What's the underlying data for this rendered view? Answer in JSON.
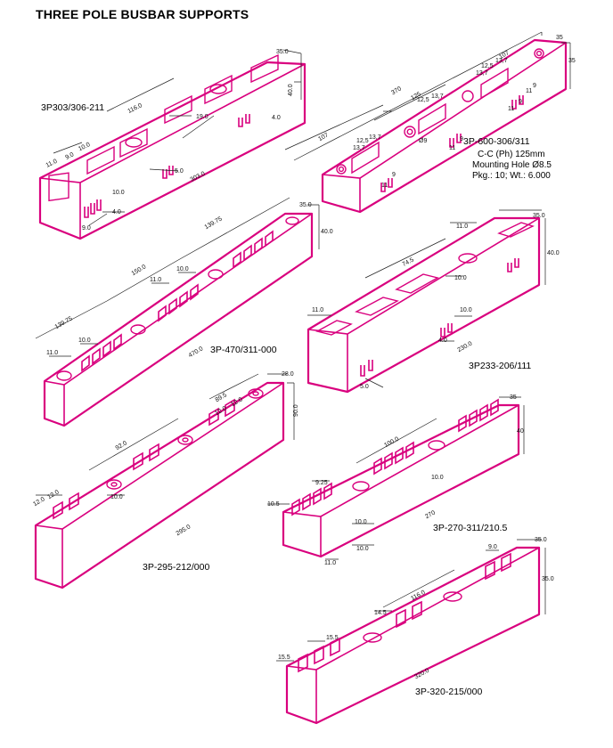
{
  "title": "THREE POLE BUSBAR SUPPORTS",
  "accent_color": "#d9007e",
  "parts": [
    {
      "code": "3P303/306-211",
      "dims": [
        "35.0",
        "40.0",
        "116.0",
        "19.0",
        "4.0",
        "11.0",
        "9.0",
        "10.0",
        "5.0",
        "303.0",
        "10.0",
        "4.0",
        "9.0"
      ]
    },
    {
      "code": "3P-600-306/311",
      "info": [
        "C-C (Ph) 125mm",
        "Mounting Hole Ø8.5",
        "Pkg.: 10; Wt.: 6.000"
      ],
      "dims": [
        "107",
        "370",
        "125",
        "107",
        "35",
        "35",
        "12,5",
        "13,7",
        "13,7",
        "12,5",
        "13,7",
        "12,5",
        "13,7",
        "13,7",
        "Ø9",
        "11",
        "9",
        "11",
        "9",
        "11",
        "9",
        "11",
        "9"
      ]
    },
    {
      "code": "3P-470/311-000",
      "dims": [
        "35.0",
        "40.0",
        "139.75",
        "150.0",
        "139.75",
        "10.0",
        "11.0",
        "10.0",
        "11.0",
        "470.0"
      ]
    },
    {
      "code": "3P233-206/111",
      "dims": [
        "35.0",
        "11.0",
        "40.0",
        "74.5",
        "10.0",
        "11.0",
        "10.0",
        "4.0",
        "230.0",
        "5.0"
      ]
    },
    {
      "code": "3P-295-212/000",
      "dims": [
        "28.0",
        "89.5",
        "12.0",
        "12.0",
        "90.0",
        "92.0",
        "12.0",
        "12.0",
        "10.0",
        "295.0"
      ]
    },
    {
      "code": "3P-270-311/210.5",
      "dims": [
        "35",
        "40",
        "100.0",
        "9.25",
        "10.5",
        "10.0",
        "270",
        "10.0",
        "10.0",
        "11.0"
      ]
    },
    {
      "code": "3P-320-215/000",
      "dims": [
        "35.0",
        "9.0",
        "116.0",
        "35.0",
        "14.5",
        "15.5",
        "15.5",
        "320.0"
      ]
    }
  ]
}
